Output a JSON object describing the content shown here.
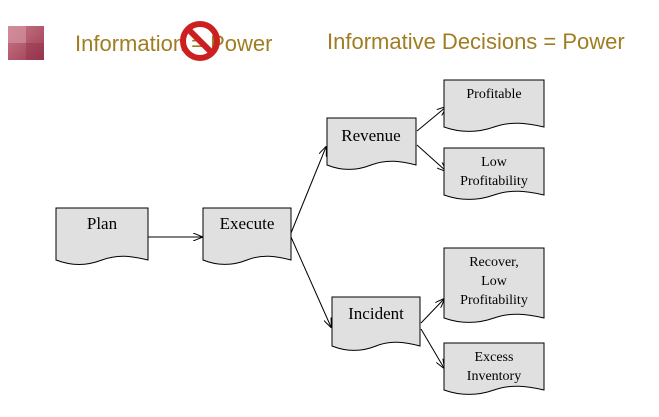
{
  "slide": {
    "heading_left": "Information = Power",
    "heading_right": "Informative Decisions = Power",
    "icons": {
      "bullet": "square-bullet-icon",
      "prohibited": "prohibited-icon"
    },
    "colors": {
      "heading": "#a07d22",
      "bullet": "#b24b61",
      "prohibited": "#cc1f1f",
      "node_fill": "#e0e0e0"
    }
  },
  "diagram": {
    "nodes": {
      "plan": [
        "Plan"
      ],
      "execute": [
        "Execute"
      ],
      "revenue": [
        "Revenue"
      ],
      "incident": [
        "Incident"
      ],
      "profitable": [
        "Profitable"
      ],
      "low_profitability": [
        "Low",
        "Profitability"
      ],
      "recover": [
        "Recover,",
        "Low",
        "Profitability"
      ],
      "excess_inventory": [
        "Excess",
        "Inventory"
      ]
    }
  }
}
